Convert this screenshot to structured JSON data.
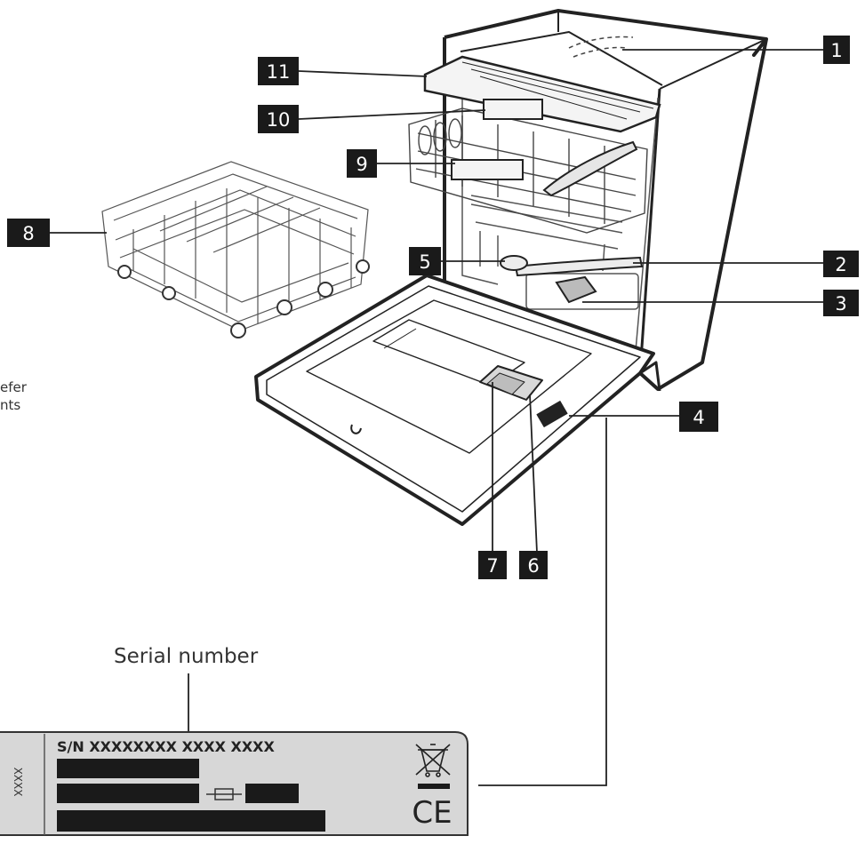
{
  "callouts": [
    {
      "id": "1",
      "label": "1"
    },
    {
      "id": "2",
      "label": "2"
    },
    {
      "id": "3",
      "label": "3"
    },
    {
      "id": "4",
      "label": "4"
    },
    {
      "id": "5",
      "label": "5"
    },
    {
      "id": "6",
      "label": "6"
    },
    {
      "id": "7",
      "label": "7"
    },
    {
      "id": "8",
      "label": "8"
    },
    {
      "id": "9",
      "label": "9"
    },
    {
      "id": "10",
      "label": "10"
    },
    {
      "id": "11",
      "label": "11"
    }
  ],
  "side_text": {
    "line1": "efer",
    "line2": "nts"
  },
  "serial_caption": "Serial number",
  "rating_plate": {
    "serial_line": "S/N XXXXXXXX XXXX XXXX",
    "vertical_code": "XXXX",
    "ce_mark": "CE"
  },
  "colors": {
    "callout_bg": "#1a1a1a",
    "plate_bg": "#d7d7d7",
    "line": "#222222"
  }
}
